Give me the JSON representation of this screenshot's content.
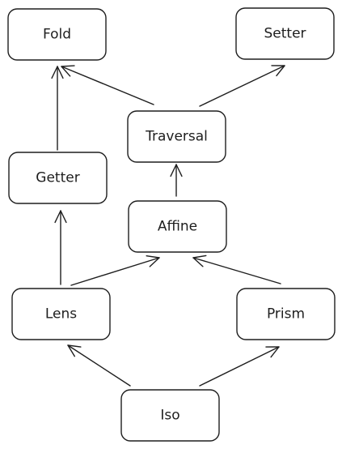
{
  "diagram": {
    "nodes": [
      {
        "id": "fold",
        "label": "Fold"
      },
      {
        "id": "setter",
        "label": "Setter"
      },
      {
        "id": "traversal",
        "label": "Traversal"
      },
      {
        "id": "getter",
        "label": "Getter"
      },
      {
        "id": "affine",
        "label": "Affine"
      },
      {
        "id": "lens",
        "label": "Lens"
      },
      {
        "id": "prism",
        "label": "Prism"
      },
      {
        "id": "iso",
        "label": "Iso"
      }
    ],
    "edges": [
      {
        "from": "getter",
        "to": "fold"
      },
      {
        "from": "traversal",
        "to": "fold"
      },
      {
        "from": "traversal",
        "to": "setter"
      },
      {
        "from": "affine",
        "to": "traversal"
      },
      {
        "from": "lens",
        "to": "getter"
      },
      {
        "from": "lens",
        "to": "affine"
      },
      {
        "from": "prism",
        "to": "affine"
      },
      {
        "from": "iso",
        "to": "lens"
      },
      {
        "from": "iso",
        "to": "prism"
      }
    ],
    "colors": {
      "stroke": "#1e1e1e",
      "fill": "#ffffff",
      "background": "#ffffff"
    }
  }
}
